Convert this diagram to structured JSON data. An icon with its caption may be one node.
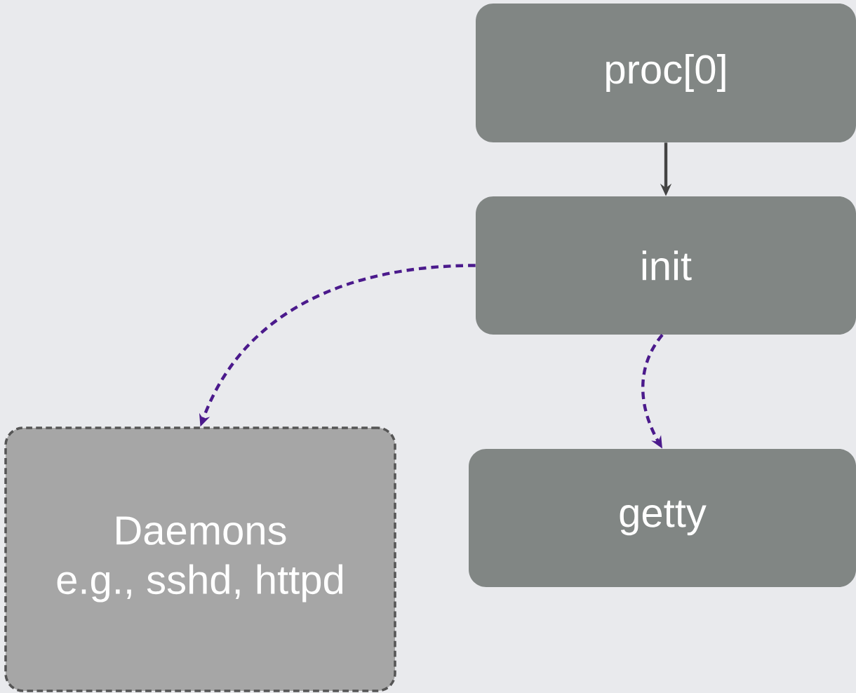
{
  "diagram": {
    "nodes": [
      {
        "text": [
          "proc[0]"
        ]
      },
      {
        "text": [
          "init"
        ]
      },
      {
        "text": [
          "getty"
        ]
      },
      {
        "text": [
          "Daemons",
          "e.g., sshd, httpd"
        ]
      }
    ],
    "edges": [
      {
        "from": 0,
        "to": 1,
        "arrow": "to",
        "color": "#444444"
      },
      {
        "from": 1,
        "to": 3,
        "arrow": "to",
        "style": "dashed"
      },
      {
        "from": 1,
        "to": 2,
        "arrow": "to",
        "style": "dashed"
      }
    ]
  }
}
